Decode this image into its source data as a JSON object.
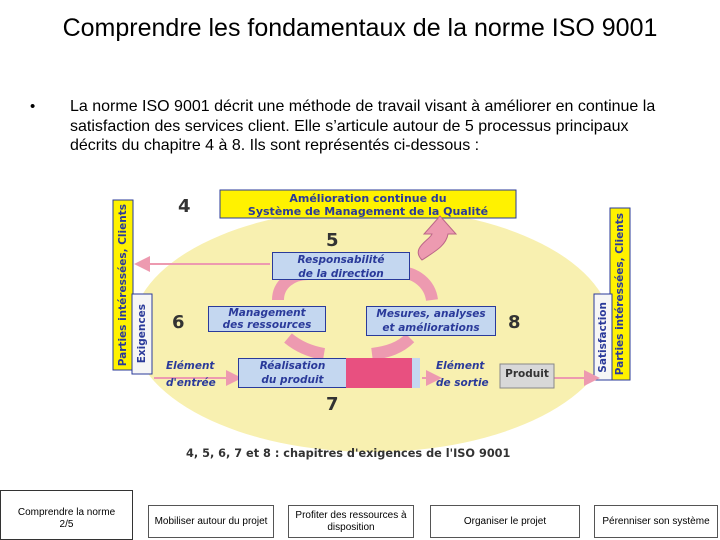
{
  "slide": {
    "title": "Comprendre les fondamentaux de la norme ISO 9001",
    "bullet_marker": "•",
    "bullet_text": "La norme ISO 9001 décrit une méthode de travail visant à améliorer en continue la satisfaction des services client. Elle s’articule autour de 5 processus principaux décrits du chapitre 4 à 8. Ils sont représentés ci-dessous :"
  },
  "diagram": {
    "top_banner": [
      "Amélioration continue du",
      "Système de Management de la Qualité"
    ],
    "left_side": "Parties intéressées, Clients",
    "left_inner": "Exigences",
    "right_side": "Parties intéressées, Clients",
    "right_inner": "Satisfaction",
    "chapter_4": "4",
    "chapter_5": "5",
    "chapter_6": "6",
    "chapter_7": "7",
    "chapter_8": "8",
    "box_direction": [
      "Responsabilité",
      "de la direction"
    ],
    "box_resources": [
      "Management",
      "des ressources"
    ],
    "box_measures": [
      "Mesures, analyses",
      "et améliorations"
    ],
    "box_realisation": [
      "Réalisation",
      "du produit"
    ],
    "input_label": [
      "Elément",
      "d'entrée"
    ],
    "output_label": [
      "Elément",
      "de sortie"
    ],
    "product": "Produit",
    "caption": "4, 5, 6, 7 et 8 : chapitres d'exigences de l'ISO 9001",
    "colors": {
      "ellipse": "#f8f0b0",
      "banner": "#fff200",
      "arrow": "#ed9ab0",
      "box_fill": "#c4d7f0",
      "realisation_fill": "#e85080",
      "text": "#2a3a9a"
    }
  },
  "nav": {
    "current": [
      "Comprendre la norme",
      "2/5"
    ],
    "items": [
      "Mobiliser autour du projet",
      "Profiter des ressources à disposition",
      "Organiser le projet",
      "Pérenniser son système"
    ]
  }
}
